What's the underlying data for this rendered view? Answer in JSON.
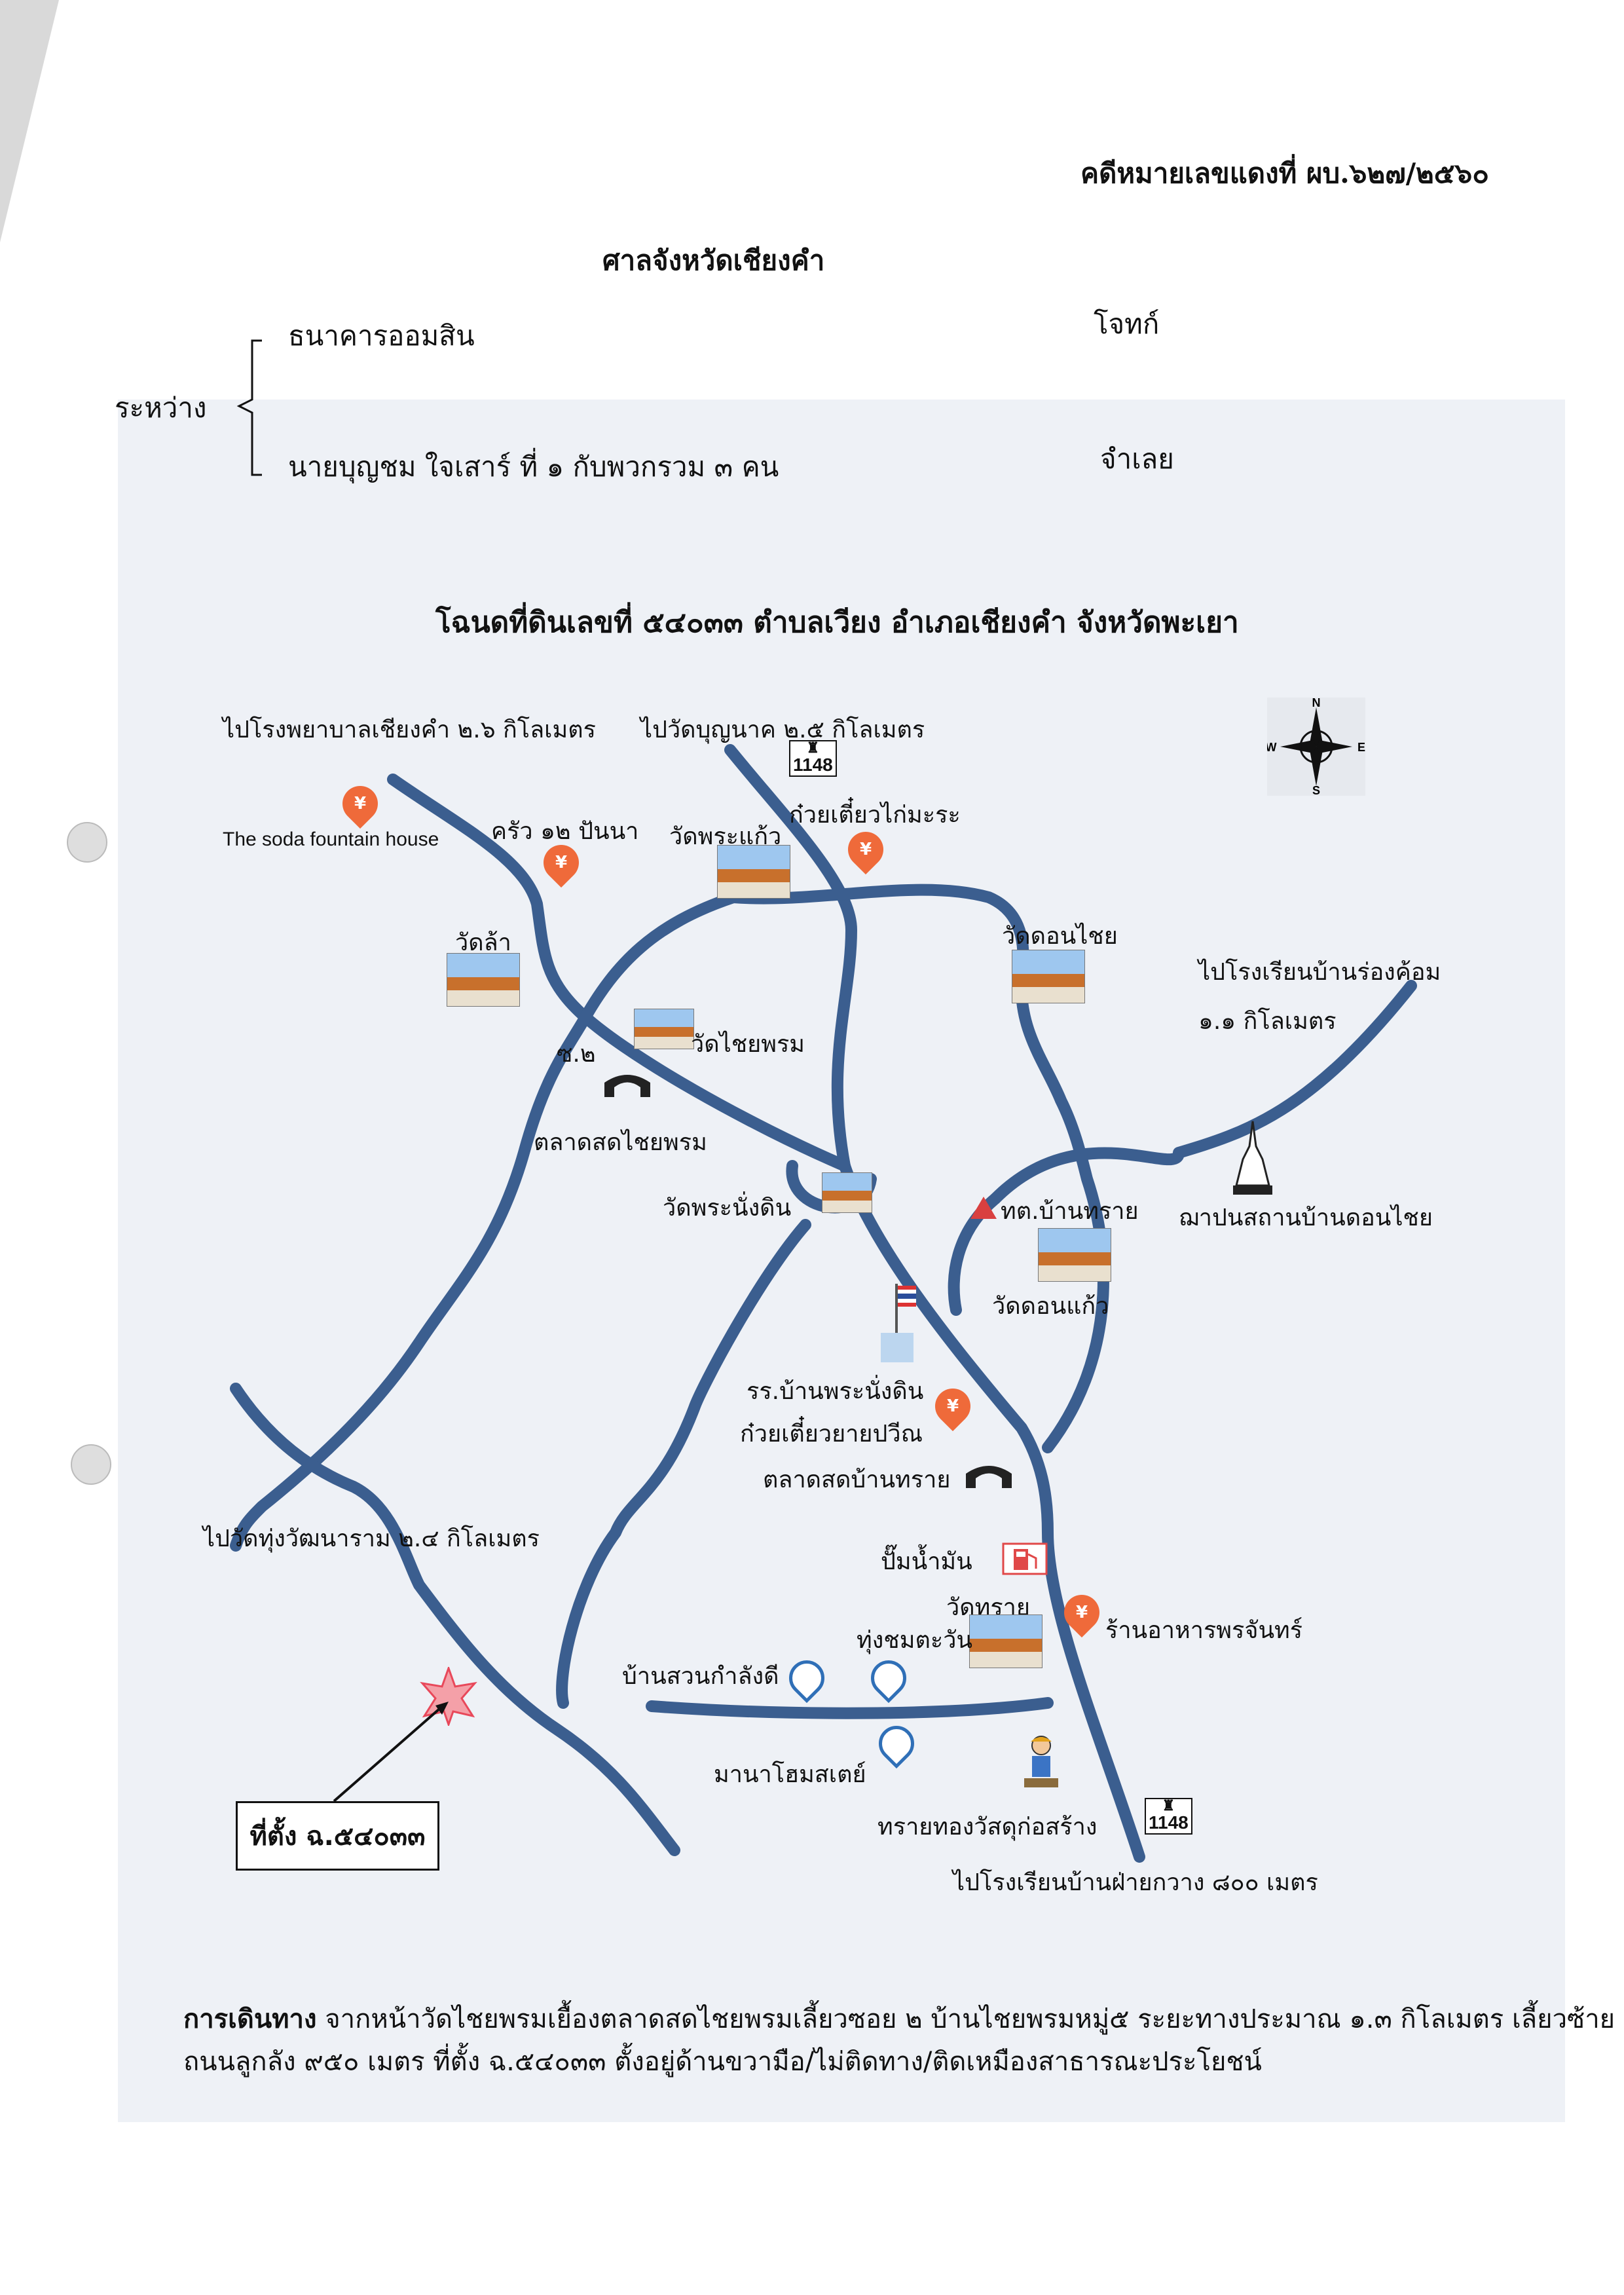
{
  "header": {
    "case_number": "คดีหมายเลขแดงที่ ผบ.๖๒๗/๒๕๖๐",
    "court": "ศาลจังหวัดเชียงคำ",
    "between_label": "ระหว่าง",
    "plaintiff_name": "ธนาคารออมสิน",
    "plaintiff_role": "โจทก์",
    "defendant_name": "นายบุญชม  ใจเสาร์ ที่ ๑ กับพวกรวม ๓ คน",
    "defendant_role": "จำเลย"
  },
  "map": {
    "title": "โฉนดที่ดินเลขที่ ๕๔๐๓๓ ตำบลเวียง อำเภอเชียงคำ จังหวัดพะเยา",
    "compass": {
      "n": "N",
      "s": "S",
      "e": "E",
      "w": "W"
    },
    "route_number": "1148",
    "labels": {
      "to_hospital": "ไปโรงพยาบาลเชียงคำ ๒.๖ กิโลเมตร",
      "to_wat_bunnak": "ไปวัดบุญนาค ๒.๕ กิโลเมตร",
      "soda_fountain": "The soda fountain house",
      "khrua_12": "ครัว ๑๒ ปันนา",
      "wat_phra_kaeo": "วัดพระแก้ว",
      "kuay_tiew_kai": "ก๋วยเตี๋ยวไก่มะระ",
      "wat_don_chai": "วัดดอนไชย",
      "to_school_rong_khom_1": "ไปโรงเรียนบ้านร่องค้อม",
      "to_school_rong_khom_2": "๑.๑ กิโลเมตร",
      "wat_la": "วัดล้า",
      "wat_chai_phrom": "วัดไชยพรม",
      "soi_2": "ซ.๒",
      "market_chai_phrom": "ตลาดสดไชยพรม",
      "wat_phra_nang_din": "วัดพระนั่งดิน",
      "tessaban": "ทต.บ้านทราย",
      "chapanasathan": "ฌาปนสถานบ้านดอนไชย",
      "wat_don_kaeo": "วัดดอนแก้ว",
      "school_phra_nang_din": "รร.บ้านพระนั่งดิน",
      "kuay_tiew_yai": "ก๋วยเตี๋ยวยายปวีณ",
      "market_ban_sai": "ตลาดสดบ้านทราย",
      "to_wat_thung": "ไปวัดทุ่งวัฒนาราม ๒.๔ กิโลเมตร",
      "gas_station": "ปั๊มน้ำมัน",
      "wat_sai": "วัดทราย",
      "restaurant_phon": "ร้านอาหารพรจันทร์",
      "thung_chom": "ทุ่งชมตะวัน",
      "ban_suan": "บ้านสวนกำลังดี",
      "mana_home": "มานาโฮมสเตย์",
      "sai_thong": "ทรายทองวัสดุก่อสร้าง",
      "to_school_fai": "ไปโรงเรียนบ้านฝ่ายกวาง ๘๐๐ เมตร",
      "location_box": "ที่ตั้ง ฉ.๕๔๐๓๓"
    }
  },
  "directions": {
    "label": "การเดินทาง",
    "line1": "จากหน้าวัดไชยพรมเยื้องตลาดสดไชยพรมเลี้ยวซอย ๒ บ้านไชยพรมหมู่๕ ระยะทางประมาณ ๑.๓ กิโลเมตร เลี้ยวซ้าย",
    "line2": "ถนนลูกลัง ๙๕๐ เมตร ที่ตั้ง ฉ.๕๔๐๓๓ ตั้งอยู่ด้านขวามือ/ไม่ติดทาง/ติดเหมืองสาธารณะประโยชน์"
  },
  "colors": {
    "road": "#3b5e8f",
    "food_pin": "#ef6a3a",
    "stay_pin": "#2f6fb7",
    "marker": "#e8485a"
  }
}
